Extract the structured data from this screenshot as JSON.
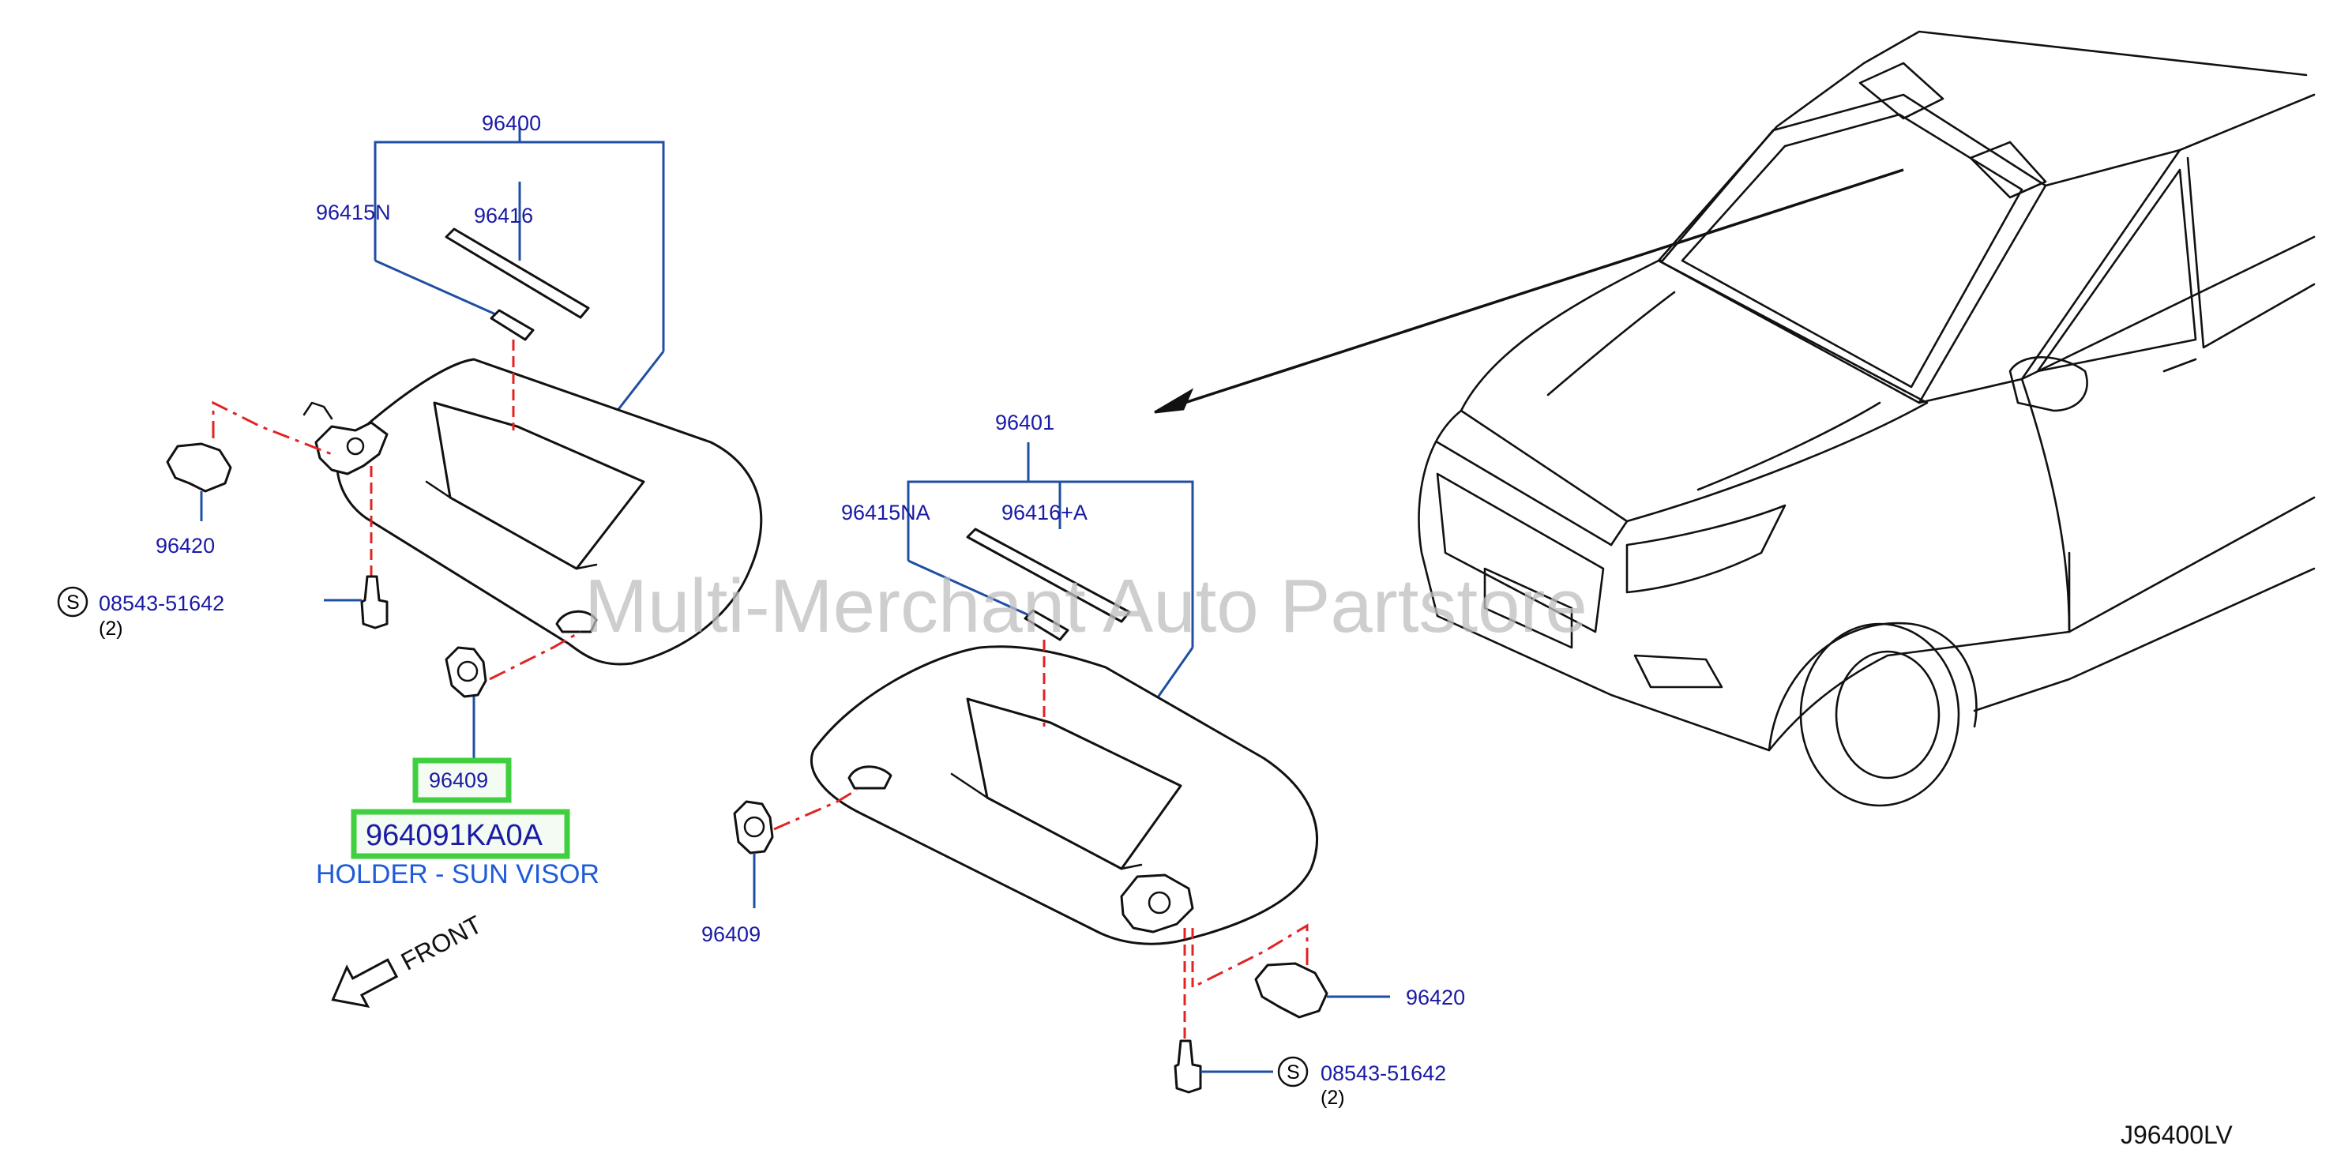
{
  "watermark": "Multi-Merchant Auto Partstore",
  "diagram_code": "J96400LV",
  "front_label": "FRONT",
  "callouts": {
    "assy_left": "96400",
    "pin_left": "96415N",
    "mirror_cover_left": "96416",
    "cover_left": "96420",
    "screw_left": "08543-51642",
    "screw_left_qty": "(2)",
    "holder_left": "96409",
    "assy_right": "96401",
    "pin_right": "96415NA",
    "mirror_cover_right": "96416+A",
    "holder_right": "96409",
    "cover_right": "96420",
    "screw_right": "08543-51642",
    "screw_right_qty": "(2)",
    "screw_symbol": "S"
  },
  "highlight": {
    "part_number": "964091KA0A",
    "description": "HOLDER - SUN VISOR"
  },
  "colors": {
    "callout_text": "#1a1aa6",
    "leader_line": "#1f4fa3",
    "dash_line": "#e02424",
    "highlight_box": "#3fcf3f",
    "highlight_text": "#1e5bd6"
  }
}
